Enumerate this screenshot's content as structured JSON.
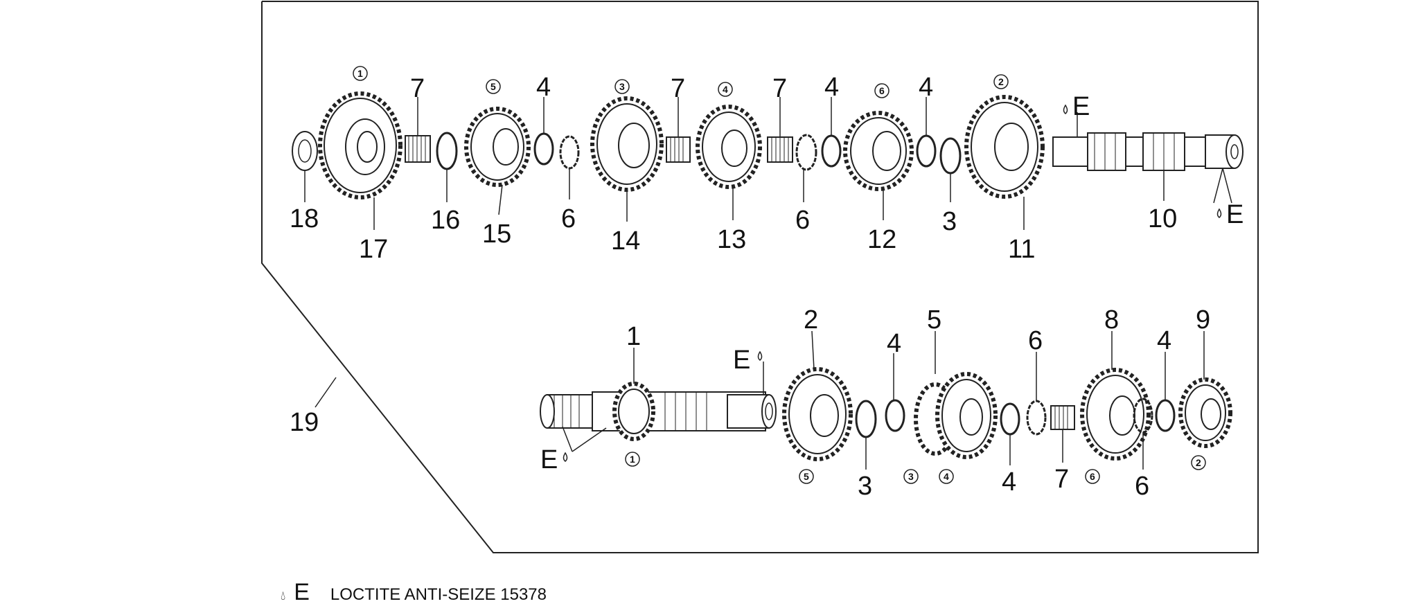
{
  "legend": {
    "symbol": "E",
    "text": "LOCTITE ANTI-SEIZE 15378"
  },
  "upper_shaft_labels": [
    "18",
    "17",
    "7",
    "16",
    "15",
    "4",
    "6",
    "14",
    "7",
    "13",
    "7",
    "6",
    "4",
    "12",
    "4",
    "3",
    "11",
    "10"
  ],
  "lower_shaft_labels": [
    "1",
    "2",
    "3",
    "4",
    "5",
    "4",
    "6",
    "7",
    "8",
    "6",
    "4",
    "9"
  ],
  "assembly_label": "19",
  "gear_markers_upper": [
    "1",
    "5",
    "3",
    "4",
    "6",
    "2"
  ],
  "gear_markers_lower": [
    "1",
    "5",
    "3",
    "4",
    "6",
    "2"
  ],
  "lube_marker": "E"
}
